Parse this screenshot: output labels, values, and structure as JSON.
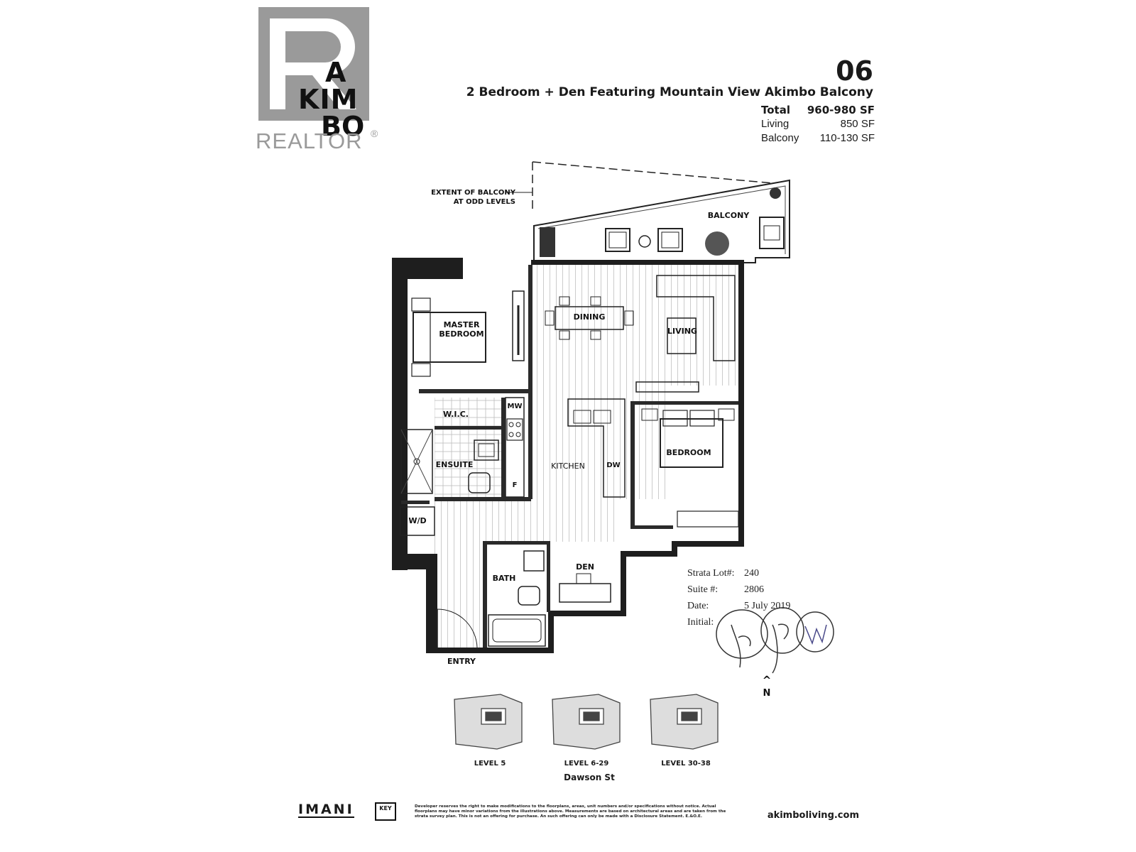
{
  "logo": {
    "brand_line1": "A",
    "brand_line2": "KIM",
    "brand_line3": "BO",
    "realtor": "REALTOR",
    "registered": "®"
  },
  "unit": {
    "number": "06",
    "title": "2 Bedroom + Den Featuring Mountain View Akimbo Balcony",
    "areas": [
      {
        "label": "Total",
        "value": "960-980 SF"
      },
      {
        "label": "Living",
        "value": "850 SF"
      },
      {
        "label": "Balcony",
        "value": "110-130 SF"
      }
    ]
  },
  "plan": {
    "balcony_note_line1": "EXTENT OF BALCONY",
    "balcony_note_line2": "AT ODD LEVELS",
    "rooms": {
      "balcony": "BALCONY",
      "master_line1": "MASTER",
      "master_line2": "BEDROOM",
      "dining": "DINING",
      "living": "LIVING",
      "wic": "W.I.C.",
      "mw": "MW",
      "ensuite": "ENSUITE",
      "kitchen": "KITCHEN",
      "dw": "DW",
      "f": "F",
      "bedroom": "BEDROOM",
      "wd": "W/D",
      "den": "DEN",
      "bath": "BATH",
      "entry": "ENTRY"
    },
    "north": "N",
    "north_arrow": "^"
  },
  "strata": {
    "rows": [
      {
        "label": "Strata Lot#:",
        "value": "240"
      },
      {
        "label": "Suite #:",
        "value": "2806"
      },
      {
        "label": "Date:",
        "value": "5 July 2019"
      },
      {
        "label": "Initial:",
        "value": ""
      }
    ]
  },
  "keyplans": {
    "levels": [
      "LEVEL 5",
      "LEVEL 6-29",
      "LEVEL 30-38"
    ],
    "street": "Dawson St"
  },
  "footer": {
    "developer": "IMANI",
    "key_badge": "KEY",
    "disclaimer": "Developer reserves the right to make modifications to the floorplans, areas, unit numbers and/or specifications without notice. Actual floorplans may have minor variations from the illustrations above. Measurements are based on architectural areas and are taken from the strata survey plan. This is not an offering for purchase. An such offering can only be made with a Disclosure Statement. E.&O.E.",
    "website": "akimboliving.com"
  }
}
